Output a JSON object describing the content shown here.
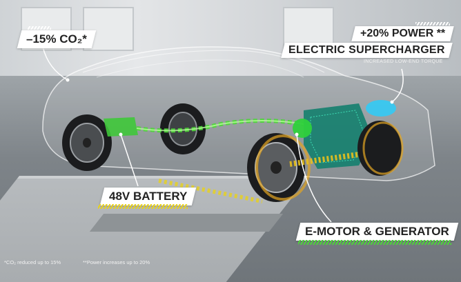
{
  "labels": {
    "co2": "–15% CO₂*",
    "power": "+20% POWER **",
    "supercharger": "ELECTRIC SUPERCHARGER",
    "supercharger_sub": "INCREASED LOW-END TORQUE",
    "battery": "48V BATTERY",
    "motor": "E-MOTOR & GENERATOR"
  },
  "footnotes": {
    "co2_note": "*CO₂ reduced up to 15%",
    "power_note": "**Power increases up to 20%"
  },
  "colors": {
    "energy_green": "#4cd637",
    "battery_stripe": "#e9d21c",
    "supercharger_blue": "#38c8f0",
    "motor_teal": "#1aa98e"
  }
}
